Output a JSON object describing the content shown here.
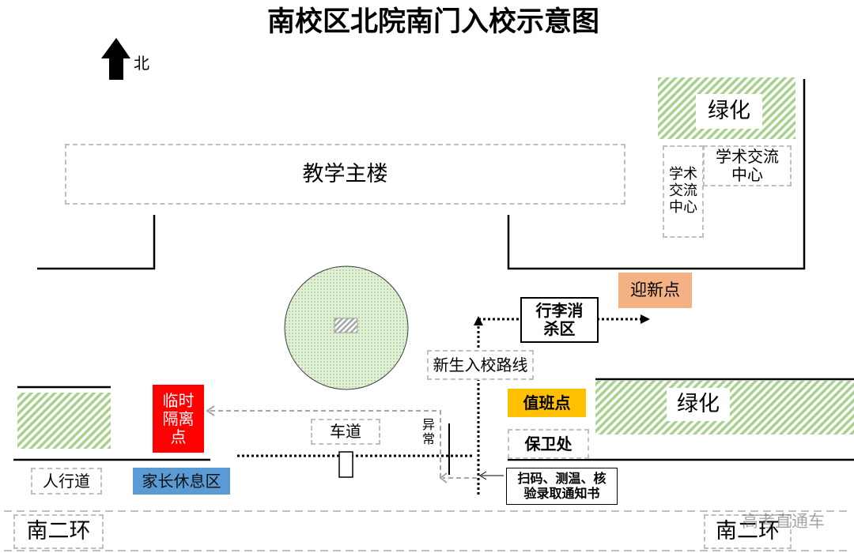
{
  "title": "南校区北院南门入校示意图",
  "compass": {
    "label": "北",
    "icon": "north-arrow-icon"
  },
  "main_building": "教学主楼",
  "exchange_center": {
    "wide_lines": [
      "学术交流",
      "中心"
    ],
    "narrow_lines": [
      "学术",
      "交流",
      "中心"
    ]
  },
  "greenery": {
    "top_right": "绿化",
    "bottom_right": "绿化"
  },
  "welcome_point": "迎新点",
  "luggage_disinfection": [
    "行李消",
    "杀区"
  ],
  "entry_route": "新生入校路线",
  "duty_point": "值班点",
  "security_office": "保卫处",
  "isolation_point": [
    "临时",
    "隔离",
    "点"
  ],
  "abnormal": [
    "异",
    "常"
  ],
  "driveway": "车道",
  "checkpoint": [
    "扫码、测温、核",
    "验录取通知书"
  ],
  "sidewalk": "人行道",
  "parent_rest_area": "家长休息区",
  "road": {
    "left": "南二环",
    "right": "南二环"
  },
  "watermark": "高考直通车",
  "colors": {
    "welcome_point": "#F4B183",
    "duty_point": "#FFC000",
    "isolation_point": "#FF0000",
    "parent_rest_area": "#5B9BD5",
    "greenery": "#A9D18E",
    "circle_fill": "#E2F0D9",
    "dashed_border": "#BFBFBF",
    "route_line": "#000000",
    "abnormal_route": "#A6A6A6"
  }
}
